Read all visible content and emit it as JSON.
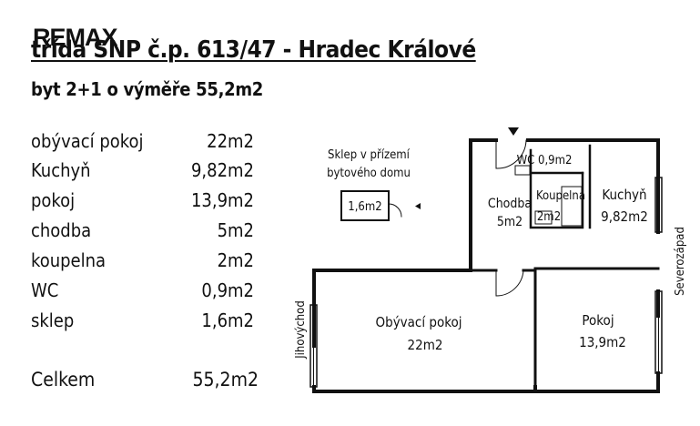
{
  "header": {
    "logo": "REMAX",
    "title": "třída SNP č.p. 613/47 - Hradec Králové",
    "subtitle": "byt 2+1 o výměře 55,2m2"
  },
  "areas": [
    {
      "label": "obývací pokoj",
      "value": "22m2"
    },
    {
      "label": "Kuchyň",
      "value": "9,82m2"
    },
    {
      "label": "pokoj",
      "value": "13,9m2"
    },
    {
      "label": "chodba",
      "value": "5m2"
    },
    {
      "label": "koupelna",
      "value": "2m2"
    },
    {
      "label": "WC",
      "value": "0,9m2"
    },
    {
      "label": "sklep",
      "value": "1,6m2"
    }
  ],
  "total": {
    "label": "Celkem",
    "value": "55,2m2"
  },
  "plan": {
    "cellar_note_line1": "Sklep v přízemí",
    "cellar_note_line2": "bytového domu",
    "cellar_area": "1,6m2",
    "wc": "WC 0,9m2",
    "hall_name": "Chodba",
    "hall_area": "5m2",
    "bath_name": "Koupelna",
    "bath_area": "2m2",
    "kitchen_name": "Kuchyň",
    "kitchen_area": "9,82m2",
    "living_name": "Obývací pokoj",
    "living_area": "22m2",
    "room_name": "Pokoj",
    "room_area": "13,9m2",
    "orientation_left": "Jihovýchod",
    "orientation_right": "Severozápad"
  }
}
